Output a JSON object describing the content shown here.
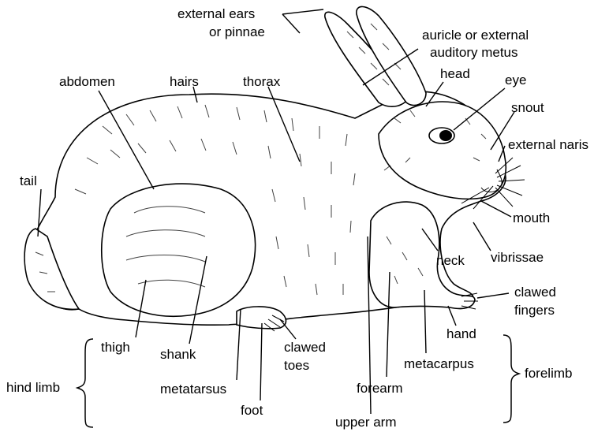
{
  "labels": {
    "external_ears": "external ears",
    "or_pinnae": "or pinnae",
    "auricle_1": "auricle or external",
    "auricle_2": "auditory metus",
    "head": "head",
    "eye": "eye",
    "snout": "snout",
    "external_naris": "external naris",
    "abdomen": "abdomen",
    "hairs": "hairs",
    "thorax": "thorax",
    "tail": "tail",
    "mouth": "mouth",
    "vibrissae": "vibrissae",
    "neck": "neck",
    "clawed_fingers_1": "clawed",
    "clawed_fingers_2": "fingers",
    "hand": "hand",
    "thigh": "thigh",
    "shank": "shank",
    "clawed_toes_1": "clawed",
    "clawed_toes_2": "toes",
    "metacarpus": "metacarpus",
    "forelimb": "forelimb",
    "hind_limb": "hind limb",
    "metatarsus": "metatarsus",
    "forearm": "forearm",
    "foot": "foot",
    "upper_arm": "upper arm"
  }
}
